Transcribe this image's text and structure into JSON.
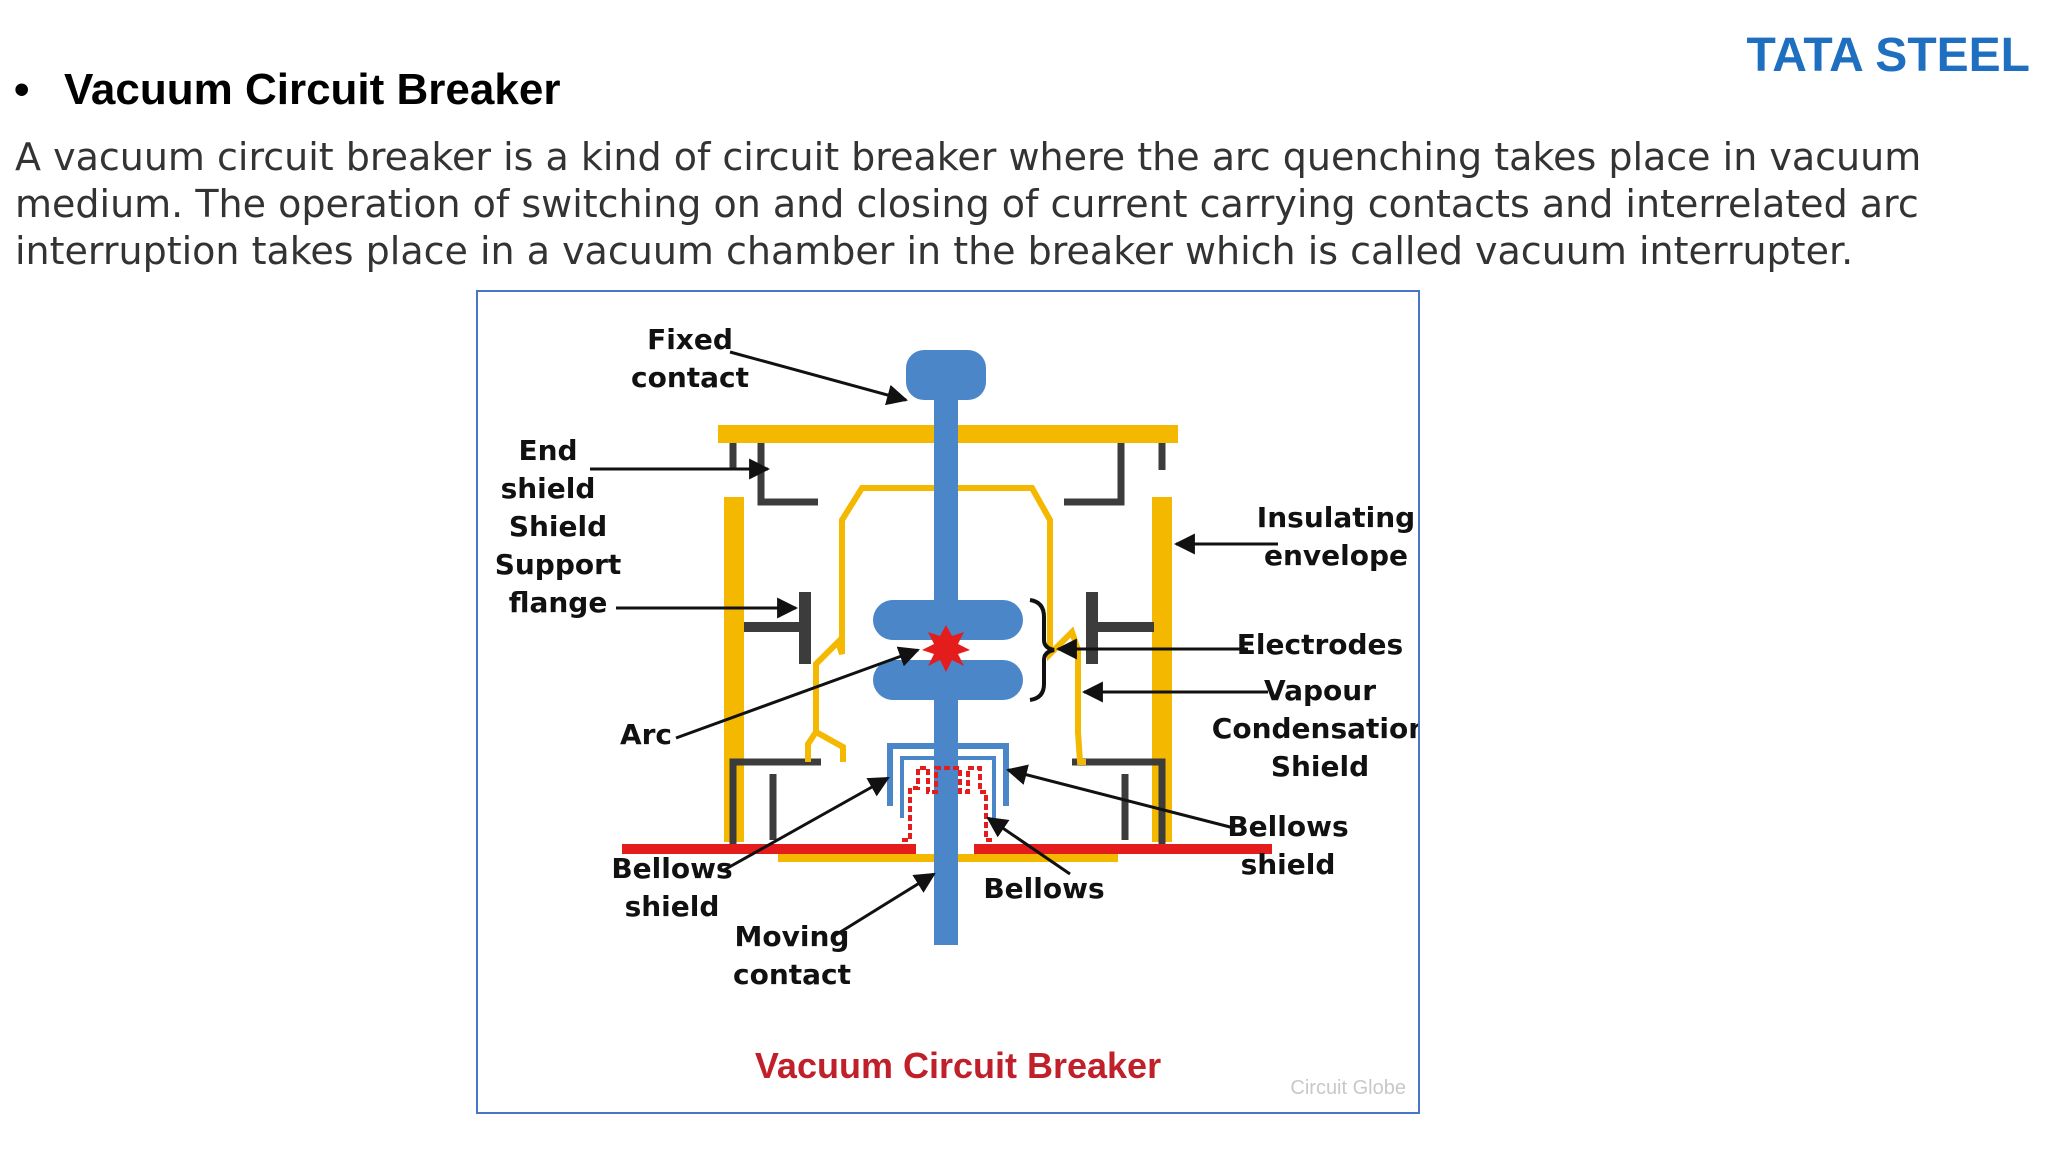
{
  "logo": {
    "text": "TATA STEEL"
  },
  "slide": {
    "bullet": "•",
    "title": "Vacuum Circuit Breaker",
    "paragraph_lines": [
      " A vacuum circuit breaker is a kind of circuit breaker where the arc quenching takes place in vacuum",
      "medium. The operation of switching on and closing of current carrying contacts and interrelated arc",
      "interruption takes place in a vacuum chamber in the breaker which is called vacuum interrupter."
    ]
  },
  "diagram": {
    "caption": "Vacuum Circuit Breaker",
    "watermark": "Circuit Globe",
    "labels": {
      "fixed_contact": [
        "Fixed",
        "contact"
      ],
      "end_shield": [
        "End",
        "shield"
      ],
      "shield_support_flange": [
        "Shield",
        "Support",
        "flange"
      ],
      "arc": "Arc",
      "bellows_shield_left": [
        "Bellows",
        "shield"
      ],
      "moving_contact": [
        "Moving",
        "contact"
      ],
      "bellows": "Bellows",
      "insulating_envelope": [
        "Insulating",
        "envelope"
      ],
      "electrodes": "Electrodes",
      "vapour_condensation_shield": [
        "Vapour",
        "Condensation",
        "Shield"
      ],
      "bellows_shield_right": [
        "Bellows",
        "shield"
      ]
    },
    "colors": {
      "rod": "#4a86c8",
      "envelope": "#f5b800",
      "metal": "#3c3c3c",
      "base": "#e51c1c",
      "arc": "#e51c1c",
      "border": "#4a74c4"
    }
  }
}
